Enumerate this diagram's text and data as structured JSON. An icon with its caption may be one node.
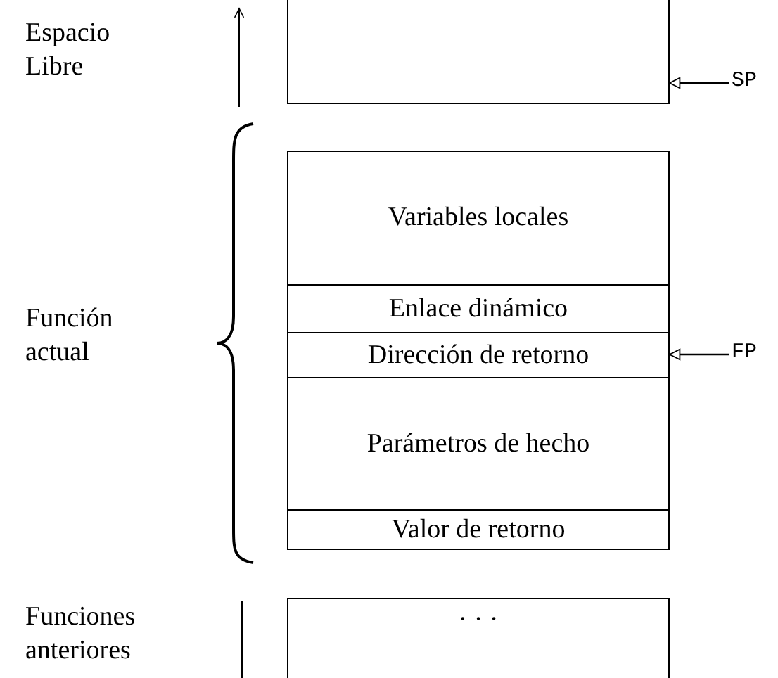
{
  "diagram": {
    "nodes": [
      {
        "text": [],
        "shape": "box"
      },
      {
        "text": [
          "Variables locales"
        ]
      },
      {
        "text": [
          "Enlace dinámico"
        ]
      },
      {
        "text": [
          "Dirección de retorno"
        ]
      },
      {
        "text": [
          "Parámetros de hecho"
        ]
      },
      {
        "text": [
          "Valor de retorno"
        ]
      },
      {
        "text": [
          "· · ·"
        ]
      },
      {
        "text": [
          "SP"
        ]
      },
      {
        "text": [
          "FP"
        ]
      }
    ],
    "edges": [
      {
        "from": 7,
        "to": 0,
        "arrow": "to"
      },
      {
        "from": 8,
        "to": 3,
        "arrow": "to"
      }
    ],
    "labels": [
      "Espacio Libre",
      "Función actual",
      "Funciones anteriores"
    ]
  }
}
